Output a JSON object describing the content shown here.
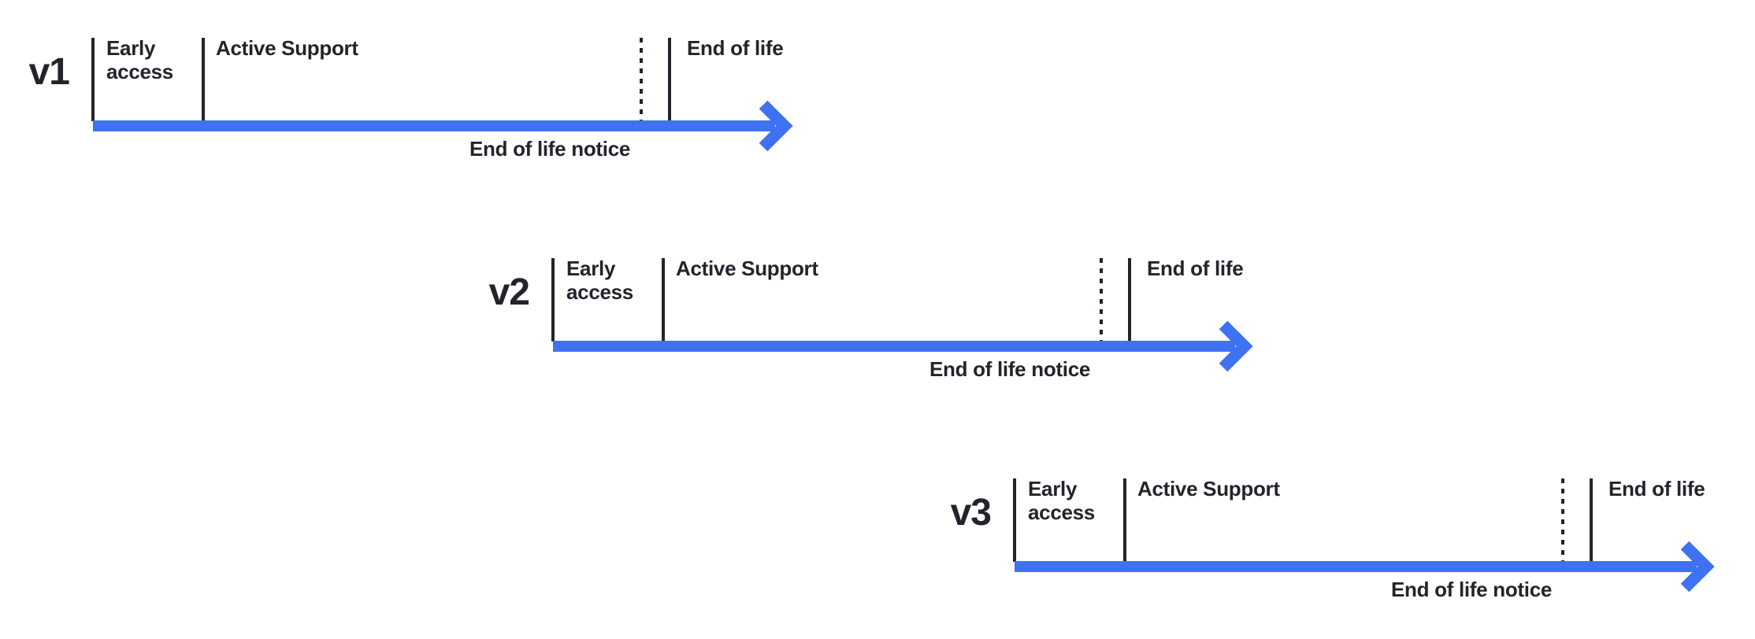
{
  "diagram": {
    "colors": {
      "accent": "#3E72F1",
      "text": "#23242B",
      "background": "#FFFFFF"
    },
    "rows": [
      {
        "version": "v1",
        "labels": {
          "early_access": "Early access",
          "active_support": "Active Support",
          "end_of_life": "End of life",
          "end_of_life_notice": "End of life notice"
        }
      },
      {
        "version": "v2",
        "labels": {
          "early_access": "Early access",
          "active_support": "Active Support",
          "end_of_life": "End of life",
          "end_of_life_notice": "End of life notice"
        }
      },
      {
        "version": "v3",
        "labels": {
          "early_access": "Early access",
          "active_support": "Active Support",
          "end_of_life": "End of life",
          "end_of_life_notice": "End of life notice"
        }
      }
    ]
  }
}
